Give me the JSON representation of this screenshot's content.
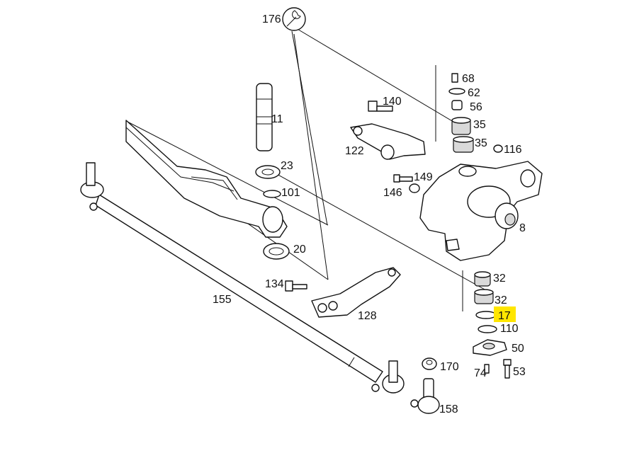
{
  "labels": {
    "p176": "176",
    "p68": "68",
    "p62": "62",
    "p56": "56",
    "p35a": "35",
    "p35b": "35",
    "p116": "116",
    "p140": "140",
    "p122": "122",
    "p11": "11",
    "p23": "23",
    "p101": "101",
    "p149": "149",
    "p146": "146",
    "p8": "8",
    "p20": "20",
    "p134": "134",
    "p128": "128",
    "p155": "155",
    "p32a": "32",
    "p32b": "32",
    "p17": "17",
    "p110": "110",
    "p50": "50",
    "p170": "170",
    "p74": "74",
    "p53": "53",
    "p158": "158"
  },
  "highlight_color": "#ffe600",
  "highlighted_part": "17",
  "tool_icon": "wrench-icon"
}
